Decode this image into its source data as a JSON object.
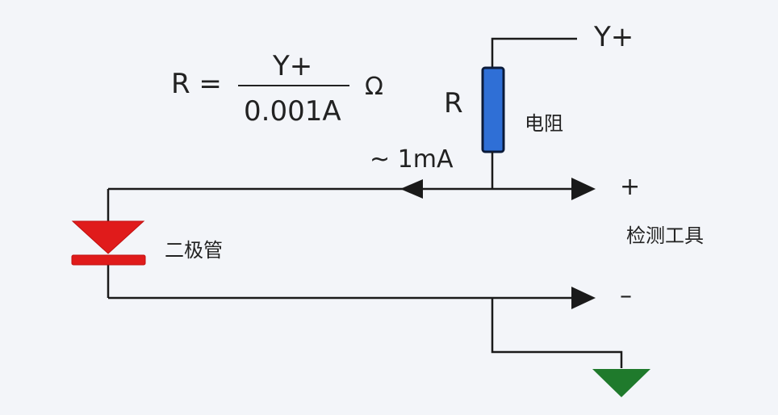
{
  "formula": {
    "lhs": "R =",
    "numerator": "Y+",
    "denominator": "0.001A",
    "unit": "Ω"
  },
  "labels": {
    "vplus": "Y+",
    "resistor_symbol": "R",
    "resistor_name": "电阻",
    "current": "~ 1mA",
    "diode_name": "二极管",
    "plus_terminal": "+",
    "minus_terminal": "–",
    "tool_name": "检测工具"
  },
  "colors": {
    "wire": "#1a1a1a",
    "resistor_fill": "#2f6fd6",
    "diode": "#e01b1b",
    "ground": "#1f7a2c",
    "background": "#f3f5f9"
  }
}
